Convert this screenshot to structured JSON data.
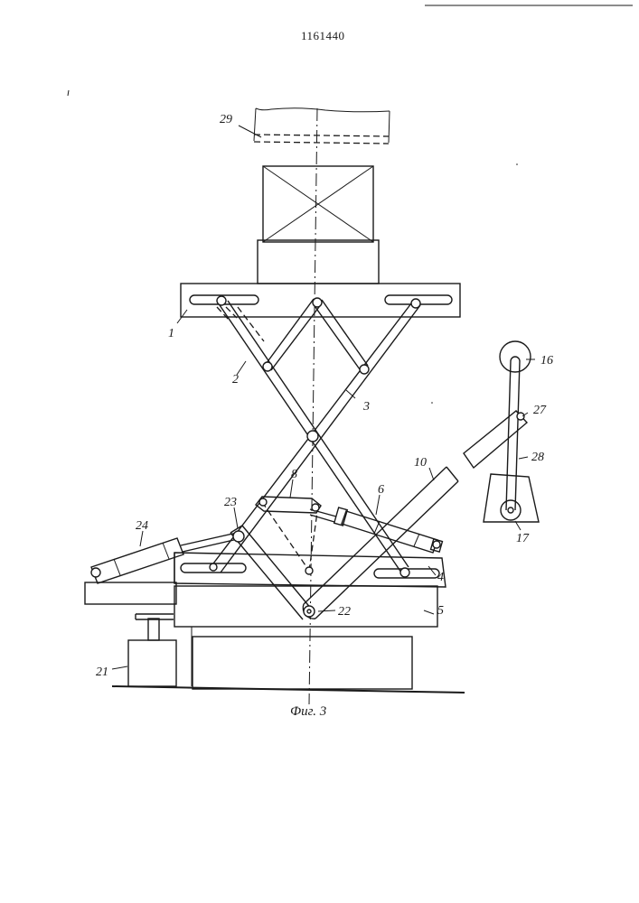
{
  "document": {
    "patent_number": "1161440",
    "caption": "Фиг. 3"
  },
  "labels": {
    "l29": "29",
    "l1": "1",
    "l2": "2",
    "l3": "3",
    "l16": "16",
    "l27": "27",
    "l28": "28",
    "l17": "17",
    "l10": "10",
    "l8": "8",
    "l6": "6",
    "l23": "23",
    "l24": "24",
    "l4": "4",
    "l22": "22",
    "l5": "5",
    "l21": "21"
  }
}
